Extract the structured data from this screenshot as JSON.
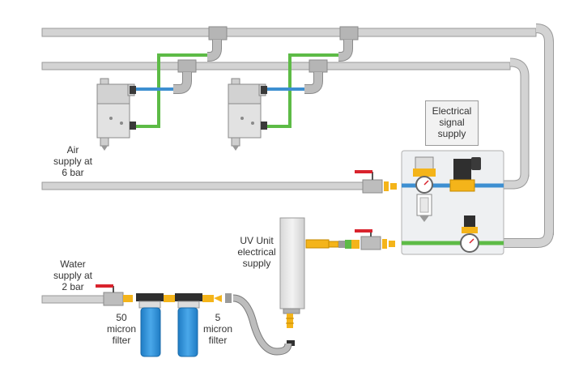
{
  "labels": {
    "air_supply": "Air\nsupply at\n6 bar",
    "water_supply": "Water\nsupply at\n2 bar",
    "electrical_signal": "Electrical\nsignal\nsupply",
    "uv_unit": "UV Unit\nelectrical\nsupply",
    "filter_50": "50\nmicron\nfilter",
    "filter_5": "5\nmicron\nfilter"
  },
  "colors": {
    "pipe_grey": "#d3d3d3",
    "pipe_outline": "#9a9a9a",
    "air_green": "#5dbb46",
    "signal_blue": "#3d8fd1",
    "fitting_yellow": "#f4b41a",
    "valve_red": "#d9232d",
    "filter_blue": "#2e8ed6"
  }
}
